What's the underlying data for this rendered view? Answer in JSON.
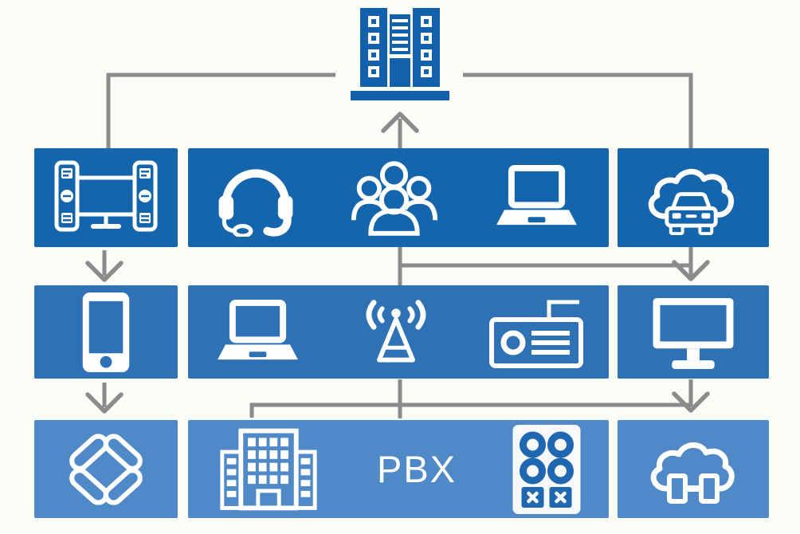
{
  "diagram": {
    "type": "flow-diagram",
    "colors": {
      "row1": "#1565ac",
      "row2": "#2f71b5",
      "row3": "#4f89c8",
      "server": "#1361ac",
      "connector": "#8b8b8b",
      "background": "#fbfbf8",
      "icon": "#ffffff"
    },
    "top_node": {
      "icon": "data-center-icon"
    },
    "rows": [
      {
        "boxes": [
          {
            "icons": [
              "video-conference-endpoint-icon"
            ]
          },
          {
            "icons": [
              "headset-icon",
              "user-group-icon",
              "laptop-icon"
            ]
          },
          {
            "icons": [
              "connected-car-cloud-icon"
            ]
          }
        ]
      },
      {
        "boxes": [
          {
            "icons": [
              "smartphone-icon"
            ]
          },
          {
            "icons": [
              "laptop-icon",
              "radio-tower-icon",
              "radio-icon"
            ]
          },
          {
            "icons": [
              "desktop-monitor-icon"
            ]
          }
        ]
      },
      {
        "boxes": [
          {
            "icons": [
              "sync-segments-icon"
            ]
          },
          {
            "icons": [
              "office-building-icon",
              "keypad-icon"
            ],
            "label": "PBX"
          },
          {
            "icons": [
              "cloud-network-icon"
            ]
          }
        ]
      }
    ],
    "labels": {
      "pbx": "PBX"
    }
  }
}
